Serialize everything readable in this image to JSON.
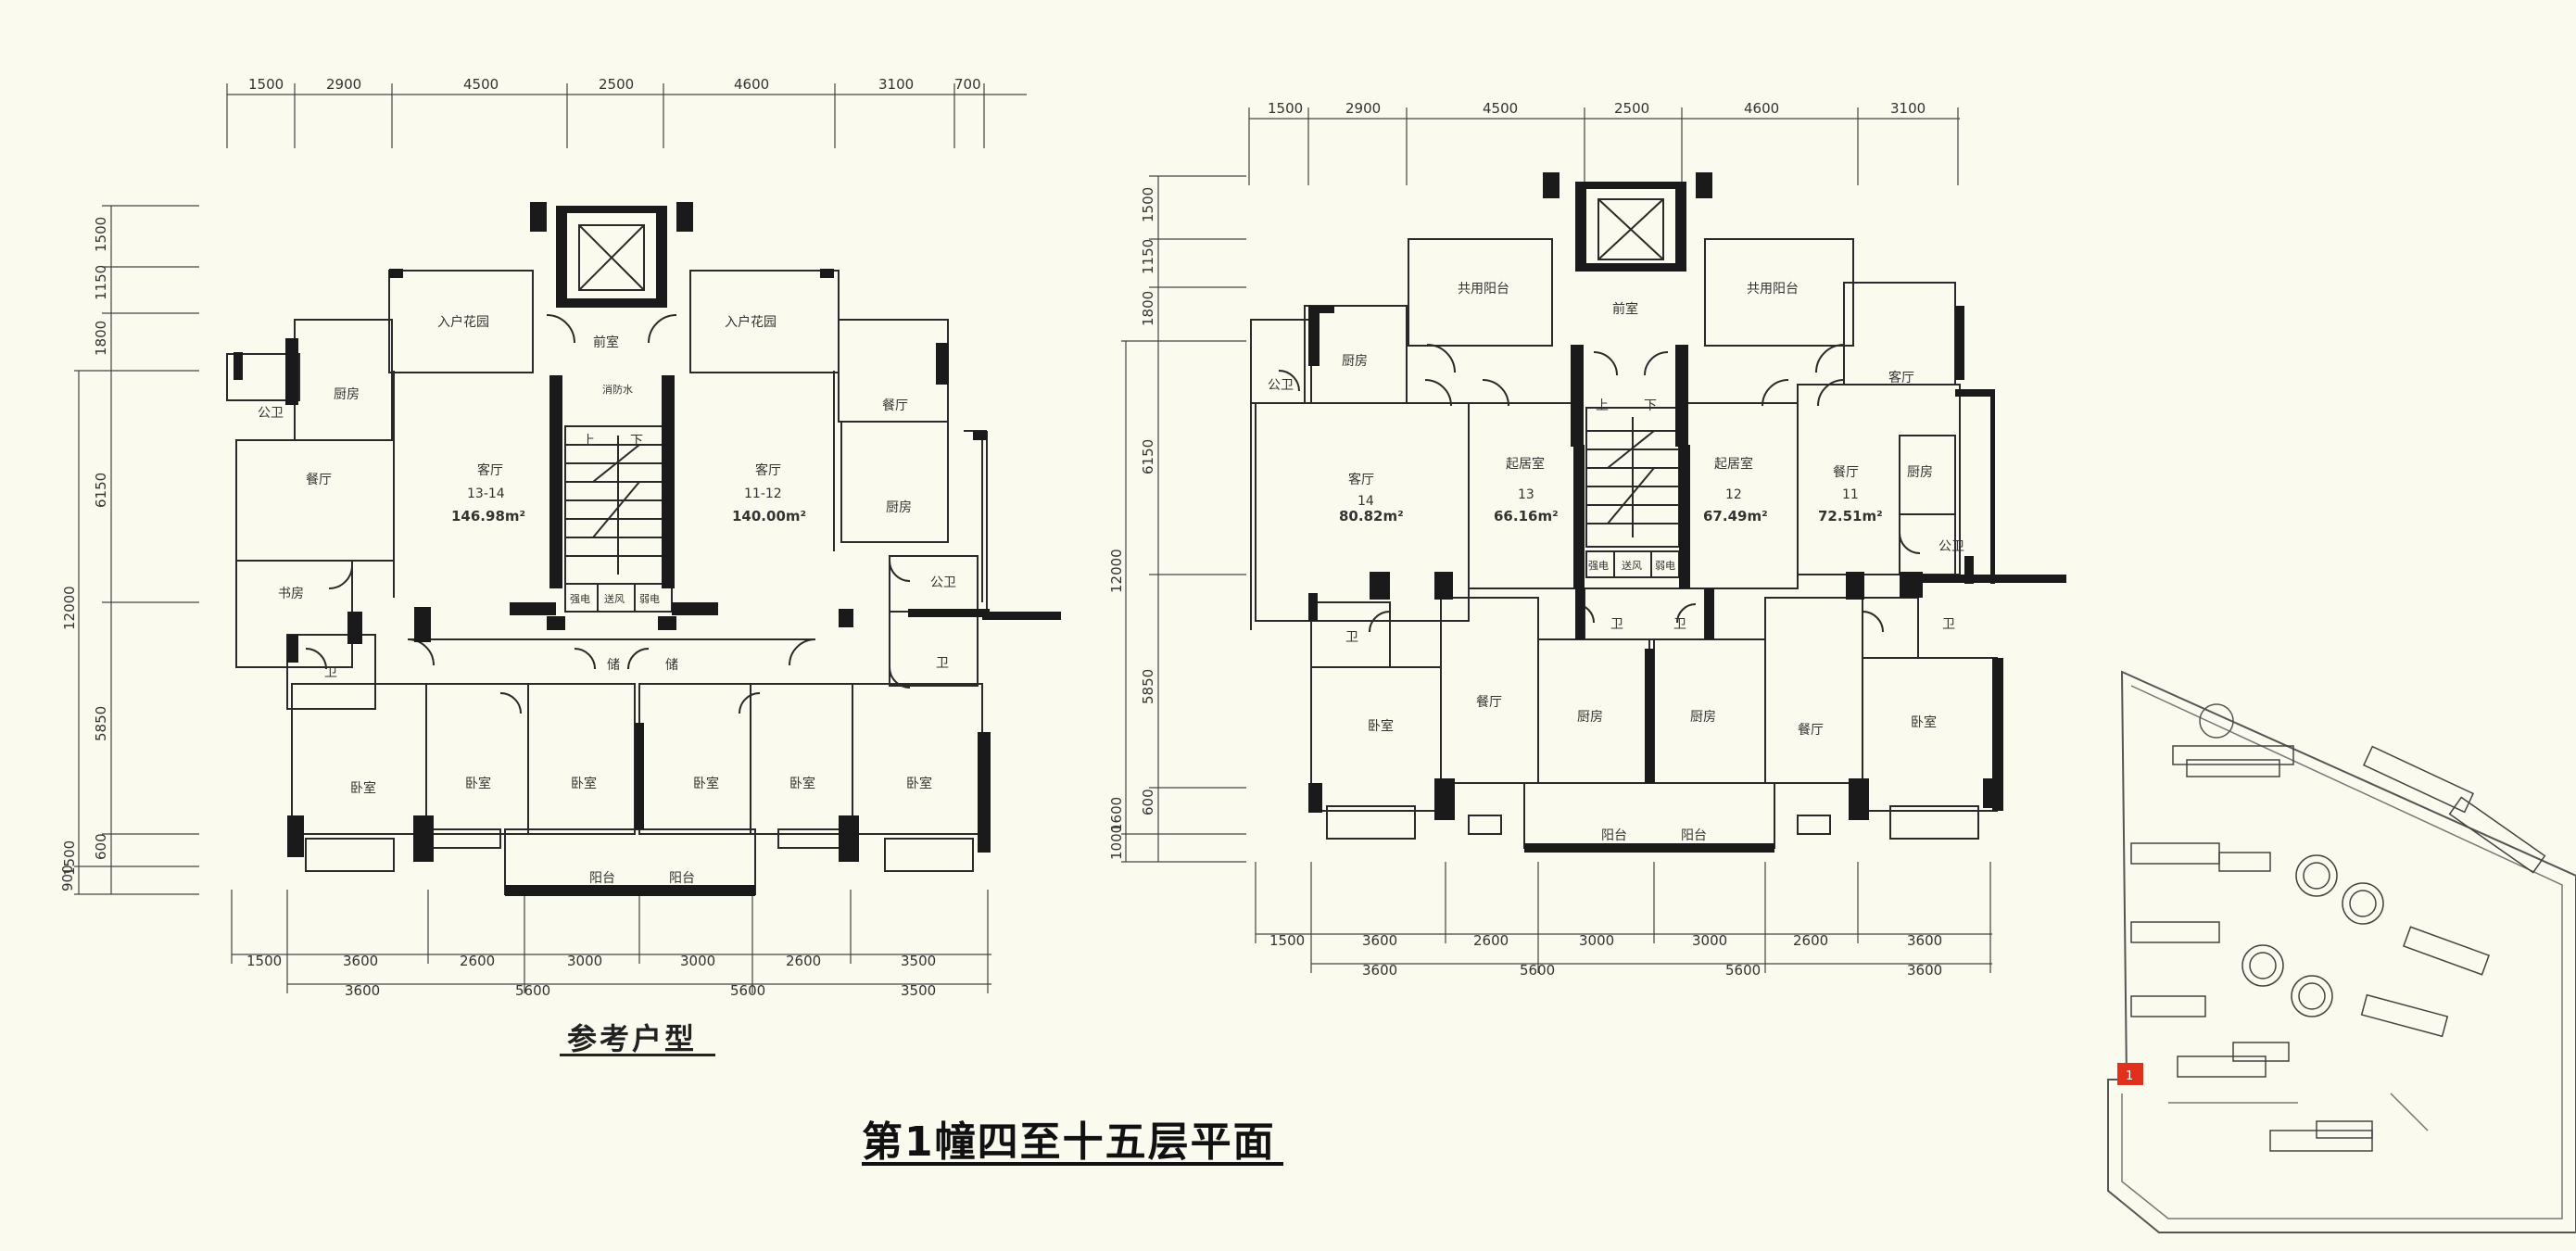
{
  "title": "第1幢四至十五层平面",
  "subtitle": "参考户型",
  "left_plan": {
    "top_dims": [
      "1500",
      "2900",
      "4500",
      "2500",
      "4600",
      "3100",
      "700"
    ],
    "left_dims": [
      "1500",
      "1150",
      "1800",
      "6150",
      "12000",
      "5850",
      "1500",
      "900",
      "600"
    ],
    "bottom_dims_1": [
      "1500",
      "3600",
      "2600",
      "3000",
      "3000",
      "2600",
      "3500"
    ],
    "bottom_dims_2": [
      "3600",
      "5600",
      "5600",
      "3500"
    ],
    "rooms": {
      "garden_l": "入户花园",
      "garden_r": "入户花园",
      "lobby": "前室",
      "kitchen_l": "厨房",
      "wc_pub_l": "公卫",
      "dining_l": "餐厅",
      "study": "书房",
      "wc_l": "卫",
      "living_l": "客厅",
      "unit_l": "13-14",
      "area_l": "146.98m²",
      "living_r": "客厅",
      "unit_r": "11-12",
      "area_r": "140.00m²",
      "dining_r": "餐厅",
      "kitchen_r": "厨房",
      "wc_pub_r": "公卫",
      "wc_r": "卫",
      "up": "上",
      "down": "下",
      "fire": "消防水",
      "elec": "强电",
      "vent": "送风",
      "weak": "弱电",
      "storage_l": "储",
      "storage_r": "储",
      "bed_1": "卧室",
      "bed_2": "卧室",
      "bed_3": "卧室",
      "bed_4": "卧室",
      "bed_5": "卧室",
      "bed_6": "卧室",
      "balcony_l": "阳台",
      "balcony_r": "阳台"
    }
  },
  "right_plan": {
    "top_dims": [
      "1500",
      "2900",
      "4500",
      "2500",
      "4600",
      "3100"
    ],
    "left_dims": [
      "1500",
      "1150",
      "1800",
      "6150",
      "12000",
      "5850",
      "1600",
      "1000",
      "600"
    ],
    "bottom_dims_1": [
      "1500",
      "3600",
      "2600",
      "3000",
      "3000",
      "2600",
      "3600"
    ],
    "bottom_dims_2": [
      "3600",
      "5600",
      "5600",
      "3600"
    ],
    "rooms": {
      "shared_balc_l": "共用阳台",
      "lobby": "前室",
      "shared_balc_r": "共用阳台",
      "kitchen_14": "厨房",
      "wc_pub_14": "公卫",
      "living_14": "客厅",
      "unit_14": "14",
      "area_14": "80.82m²",
      "bed_13": "起居室",
      "unit_13": "13",
      "area_13": "66.16m²",
      "up": "上",
      "down": "下",
      "bed_12": "起居室",
      "unit_12": "12",
      "area_12": "67.49m²",
      "dining_11": "餐厅",
      "unit_11": "11",
      "area_11": "72.51m²",
      "kitchen_11": "厨房",
      "wc_pub_11": "公卫",
      "living_11": "客厅",
      "elec": "强电",
      "vent": "送风",
      "weak": "弱电",
      "wc_a": "卫",
      "wc_b": "卫",
      "wc_c": "卫",
      "wc_d": "卫",
      "bed_a": "卧室",
      "dining_a": "餐厅",
      "kitchen_a": "厨房",
      "kitchen_b": "厨房",
      "dining_b": "餐厅",
      "bed_b": "卧室",
      "balcony_a": "阳台",
      "balcony_b": "阳台"
    }
  },
  "site_plan": {
    "marker": "1"
  },
  "colors": {
    "background": "#fbfaee",
    "wall": "#1a1a1a",
    "marker": "#e0301e"
  }
}
